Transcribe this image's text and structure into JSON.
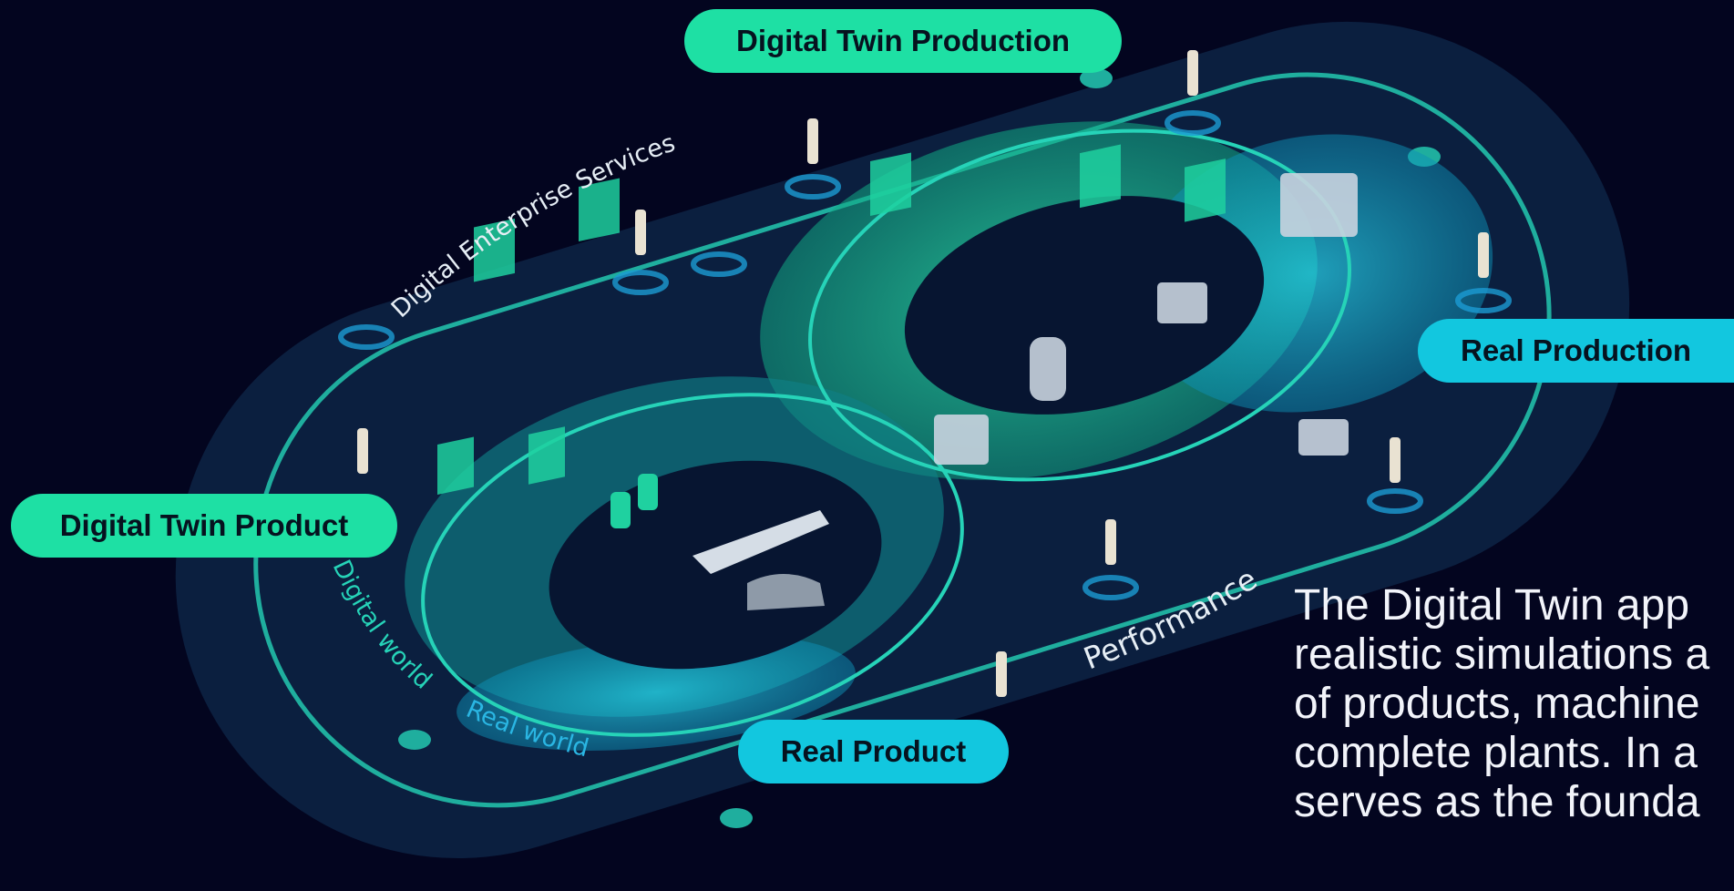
{
  "labels": {
    "digital_twin_production": "Digital Twin Production",
    "real_production": "Real Production",
    "digital_twin_product": "Digital Twin Product",
    "real_product": "Real Product"
  },
  "ring_labels": {
    "digital_enterprise_services": "Digital Enterprise Services",
    "digital_world": "Digital world",
    "real_world": "Real world",
    "performance": "Performance"
  },
  "caption_lines": [
    "The Digital Twin app",
    "realistic simulations a",
    "of products, machine",
    "complete plants. In a",
    "serves as the founda"
  ],
  "colors": {
    "background": "#03051f",
    "digital_green": "#1ee0a4",
    "real_cyan": "#12c7df",
    "ring": "#1fae9e"
  }
}
